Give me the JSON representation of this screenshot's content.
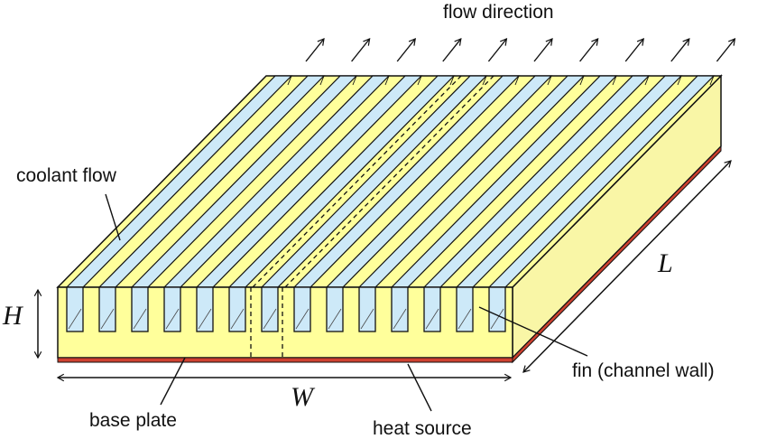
{
  "labels": {
    "flow_direction": "flow direction",
    "coolant_flow": "coolant flow",
    "base_plate": "base plate",
    "heat_source": "heat source",
    "fin": "fin (channel wall)"
  },
  "dimensions": {
    "height": "H",
    "width": "W",
    "length": "L"
  },
  "channels": {
    "count": 14
  },
  "colors": {
    "fin_yellow": "#ffff9b",
    "side_yellow": "#f9f6a6",
    "coolant_blue": "#cde9f8",
    "heat_source_red": "#cf4130",
    "outline": "#111111"
  }
}
